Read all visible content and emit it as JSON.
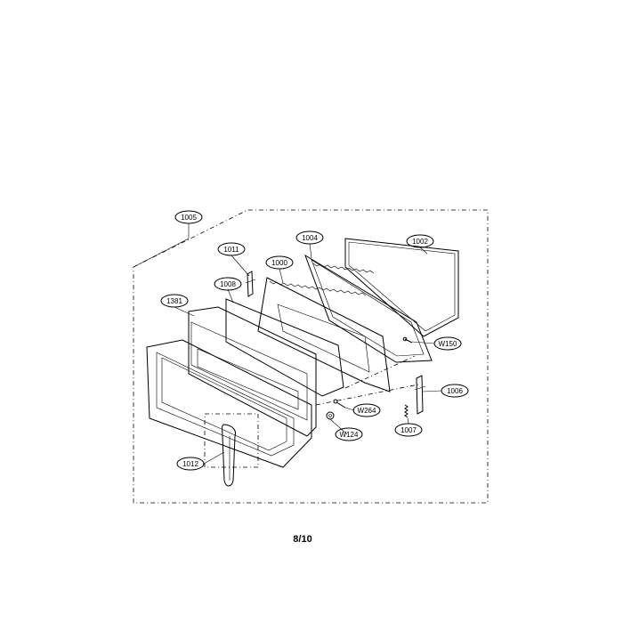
{
  "diagram": {
    "labels": {
      "p1005": "1005",
      "p1011": "1011",
      "p1004": "1004",
      "p1002": "1002",
      "p1000": "1000",
      "p1008": "1008",
      "p1381": "1381",
      "pW150": "W150",
      "p1006": "1006",
      "pW264": "W264",
      "pW124": "W124",
      "p1007": "1007",
      "p1012": "1012"
    }
  },
  "page_number": "8/10"
}
